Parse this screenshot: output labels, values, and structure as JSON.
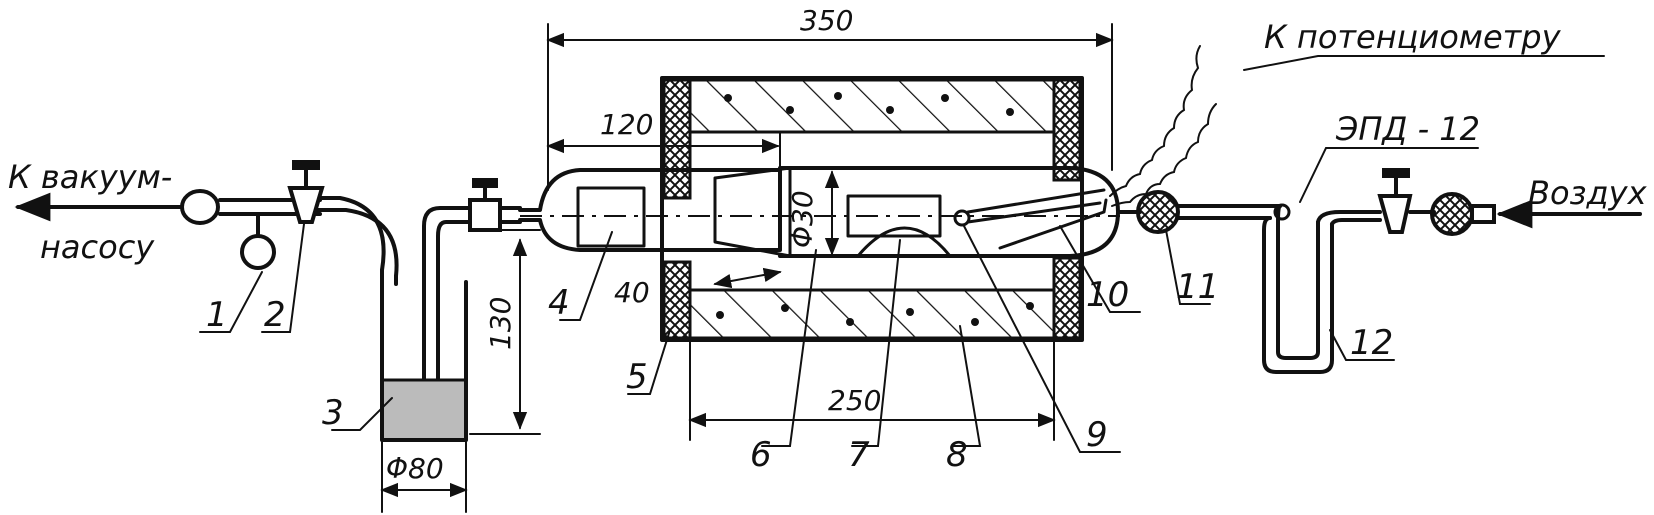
{
  "labels": {
    "vacuum_line1": "К вакуум-",
    "vacuum_line2": "насосу",
    "potentiometer": "К потенциометру",
    "epd": "ЭПД - 12",
    "air": "Воздух"
  },
  "dimensions": {
    "d350": "350",
    "d120": "120",
    "d250": "250",
    "d130": "130",
    "d40": "40",
    "phi30": "Φ30",
    "phi80": "Φ80"
  },
  "callouts": [
    "1",
    "2",
    "3",
    "4",
    "5",
    "6",
    "7",
    "8",
    "9",
    "10",
    "11",
    "12"
  ],
  "colors": {
    "ink": "#111111",
    "paper": "#ffffff"
  }
}
